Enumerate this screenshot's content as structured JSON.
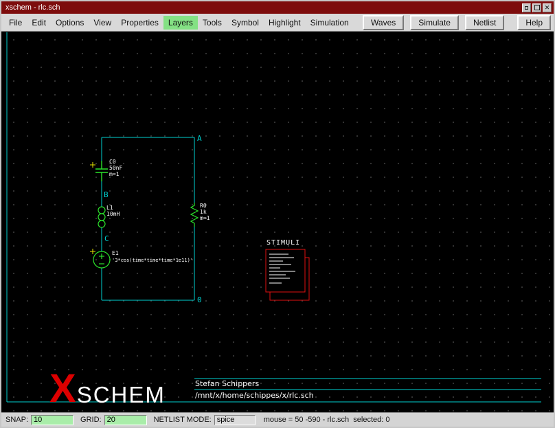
{
  "window": {
    "title": "xschem - rlc.sch",
    "controls": {
      "close": "✕"
    }
  },
  "menubar": {
    "items": [
      "File",
      "Edit",
      "Options",
      "View",
      "Properties",
      "Layers",
      "Tools",
      "Symbol",
      "Highlight",
      "Simulation"
    ],
    "highlighted_item": "Layers",
    "action_buttons": [
      "Waves",
      "Simulate",
      "Netlist"
    ],
    "help_label": "Help"
  },
  "schematic": {
    "nodes": {
      "a": "A",
      "b": "B",
      "c": "C",
      "gnd": "0"
    },
    "capacitor": {
      "ref": "C0",
      "value": "50nF",
      "mult": "m=1"
    },
    "inductor": {
      "ref": "L1",
      "value": "10mH"
    },
    "source": {
      "ref": "E1",
      "expr": "'3*cos(time*time*time*1e11)'"
    },
    "resistor": {
      "ref": "R0",
      "value": "1k",
      "mult": "m=1"
    },
    "stimuli_label": "STIMULI",
    "footer": {
      "author": "Stefan Schippers",
      "path": "/mnt/x/home/schippes/x/rlc.sch"
    },
    "logo": {
      "x": "X",
      "text": "SCHEM"
    }
  },
  "statusbar": {
    "snap_label": "SNAP:",
    "snap_value": "10",
    "grid_label": "GRID:",
    "grid_value": "20",
    "netlist_mode_label": "NETLIST MODE:",
    "netlist_mode_value": "spice",
    "mouse_status": "mouse = 50 -590 - rlc.sch  selected: 0"
  },
  "colors": {
    "titlebar": "#7d0c0c",
    "wire": "#00d2d2",
    "component": "#2be22b",
    "pin_plus": "#e8e800",
    "stimuli_red": "#e01010",
    "label_white": "#ffffff",
    "layers_highlight": "#84e184",
    "entry_green": "#a9eda9",
    "logo_red": "#dd0000"
  }
}
